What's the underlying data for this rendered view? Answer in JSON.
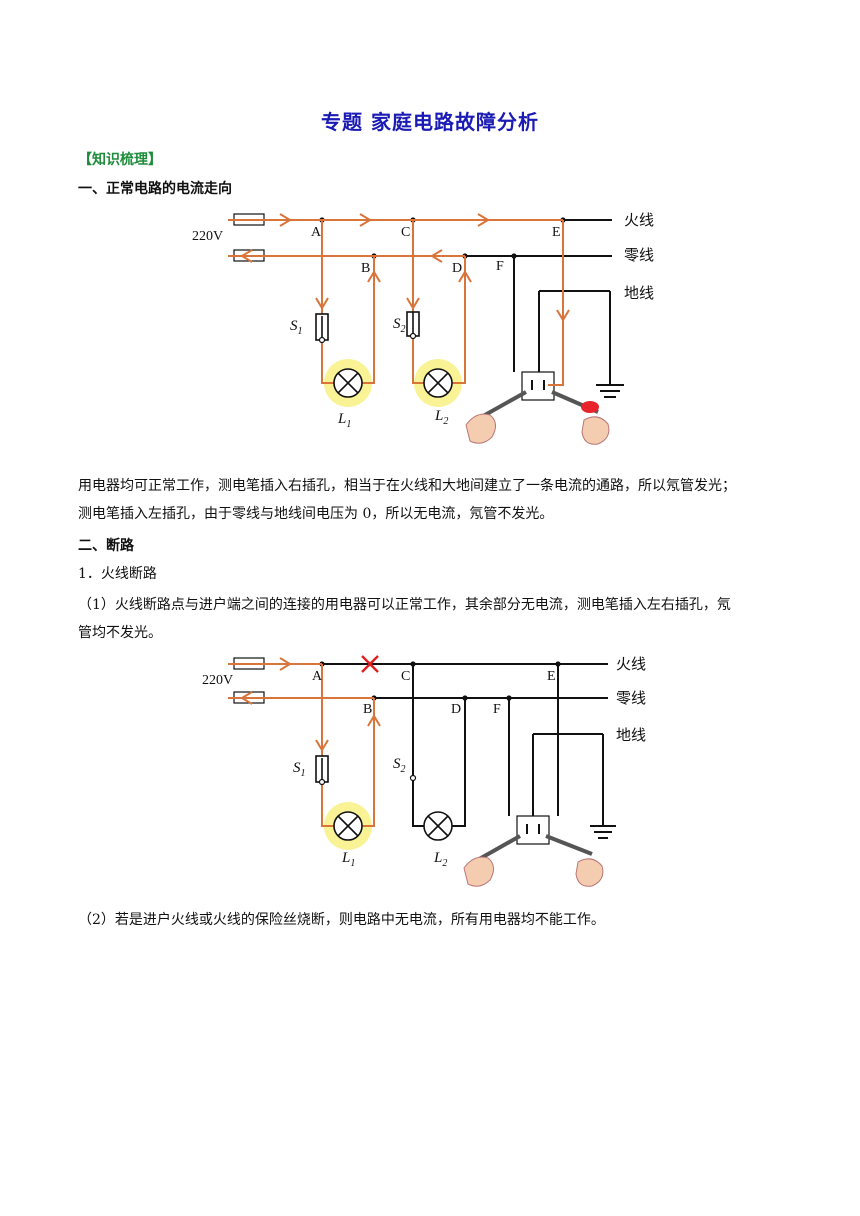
{
  "title": "专题  家庭电路故障分析",
  "section_tag": "【知识梳理】",
  "section1": {
    "heading": "一、正常电路的电流走向",
    "paragraph_line1": "用电器均可正常工作，测电笔插入右插孔，相当于在火线和大地间建立了一条电流的通路，所以氖管发光；",
    "paragraph_line2": "测电笔插入左插孔，由于零线与地线间电压为 0，所以无电流，氖管不发光。"
  },
  "section2": {
    "heading": "二、断路",
    "sub1": "1．火线断路",
    "item1_line1": "（1）火线断路点与进户端之间的连接的用电器可以正常工作，其余部分无电流，测电笔插入左右插孔，氖",
    "item1_line2": "管均不发光。",
    "item2": "（2）若是进户火线或火线的保险丝烧断，则电路中无电流，所有用电器均不能工作。"
  },
  "diagram": {
    "voltage": "220V",
    "live": "火线",
    "neutral": "零线",
    "ground": "地线",
    "points": [
      "A",
      "B",
      "C",
      "D",
      "E",
      "F"
    ],
    "s_letter": "S",
    "l_letter": "L",
    "sub1": "1",
    "sub2": "2"
  },
  "colors": {
    "title": "#1a1ab4",
    "tag": "#1e8c3a",
    "current": "#d9743a",
    "glow": "#f5ef6a",
    "break_mark": "#e02020"
  }
}
